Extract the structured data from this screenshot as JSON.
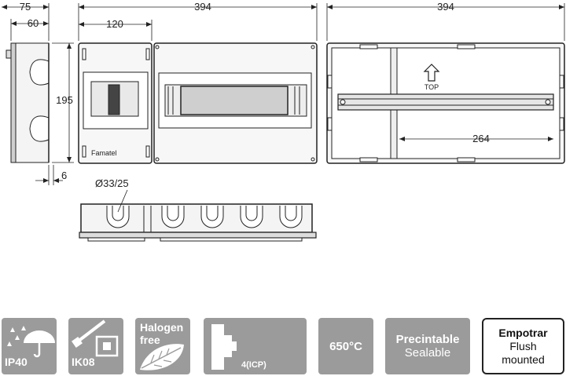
{
  "dimensions": {
    "depth_total": "75",
    "depth_box": "60",
    "height": "195",
    "front_width": "394",
    "inner_width": "120",
    "back_width": "394",
    "rail_length": "264",
    "flange": "6",
    "knockouts": "Ø33/25"
  },
  "drawing": {
    "brand": "Famatel",
    "top_label": "TOP"
  },
  "features": {
    "ip": "IP40",
    "ik": "IK08",
    "halogen_line1": "Halogen",
    "halogen_line2": "free",
    "modules": "4(ICP)",
    "temperature": "650°C",
    "seal_line1": "Precintable",
    "seal_line2": "Sealable",
    "mount_line1": "Empotrar",
    "mount_line2": "Flush",
    "mount_line3": "mounted"
  },
  "colors": {
    "badge_gray": "#9b9b9b",
    "line": "#222222"
  }
}
